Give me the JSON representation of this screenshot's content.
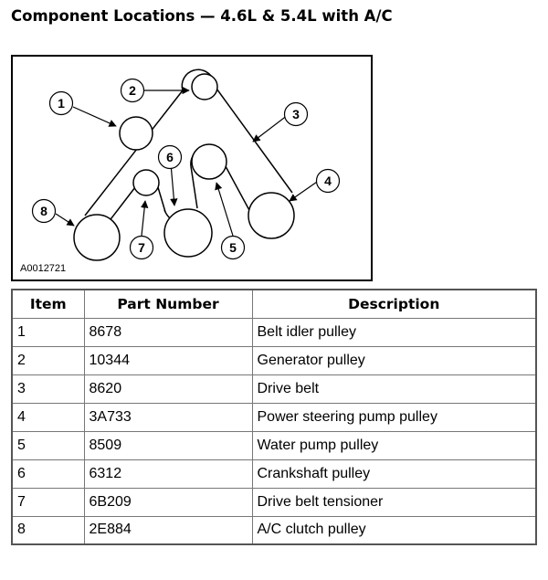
{
  "title": "Component Locations — 4.6L & 5.4L with A/C",
  "figure_id": "A0012721",
  "callouts": [
    "1",
    "2",
    "3",
    "4",
    "5",
    "6",
    "7",
    "8"
  ],
  "table": {
    "headers": [
      "Item",
      "Part Number",
      "Description"
    ],
    "rows": [
      [
        "1",
        "8678",
        "Belt idler pulley"
      ],
      [
        "2",
        "10344",
        "Generator pulley"
      ],
      [
        "3",
        "8620",
        "Drive belt"
      ],
      [
        "4",
        "3A733",
        "Power steering pump pulley"
      ],
      [
        "5",
        "8509",
        "Water pump pulley"
      ],
      [
        "6",
        "6312",
        "Crankshaft pulley"
      ],
      [
        "7",
        "6B209",
        "Drive belt tensioner"
      ],
      [
        "8",
        "2E884",
        "A/C clutch pulley"
      ]
    ]
  }
}
